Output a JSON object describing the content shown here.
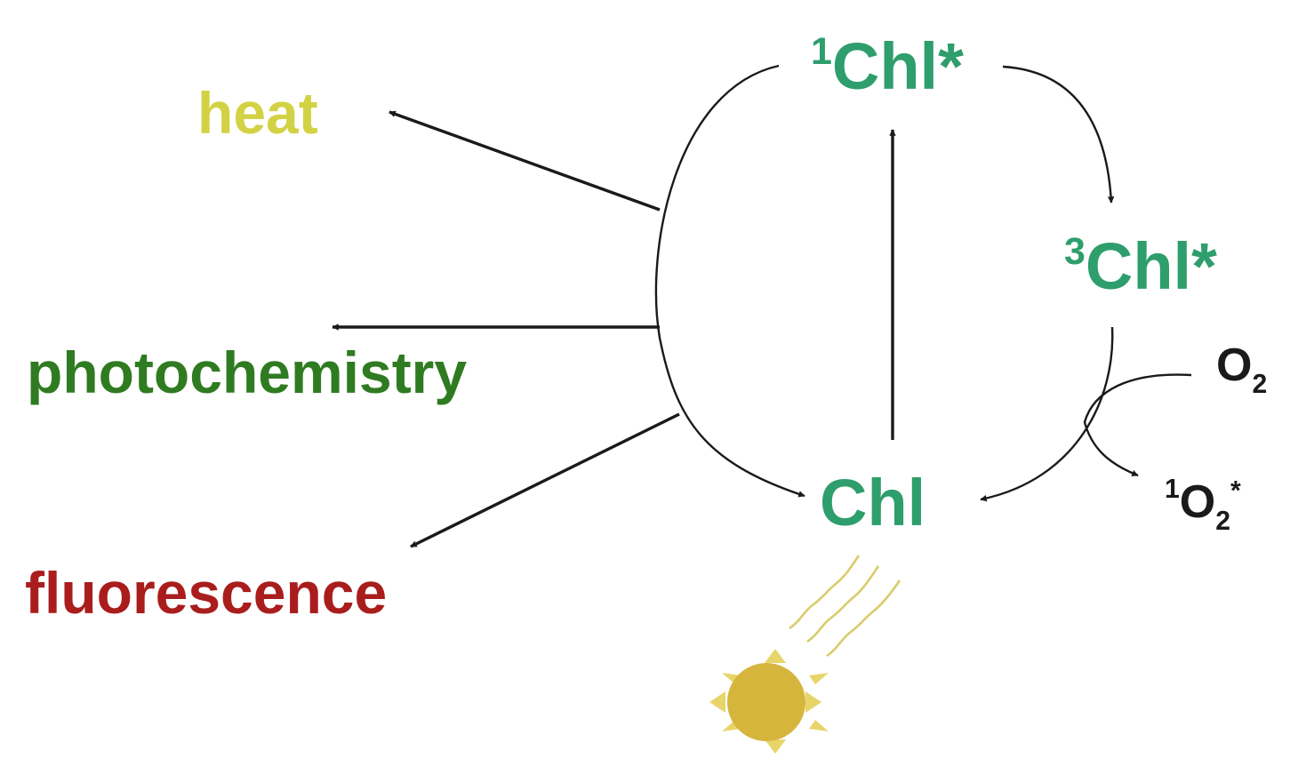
{
  "diagram": {
    "states": {
      "singlet_excited": {
        "prefix": "1",
        "base": "Chl*"
      },
      "triplet_excited": {
        "prefix": "3",
        "base": "Chl*"
      },
      "ground": {
        "text": "Chl"
      }
    },
    "outcomes": {
      "heat": "heat",
      "photochemistry": "photochemistry",
      "fluorescence": "fluorescence"
    },
    "oxygen": {
      "reactant": {
        "base": "O",
        "sub": "2"
      },
      "product": {
        "prefix": "1",
        "base": "O",
        "sub": "2",
        "suffix": "*"
      }
    },
    "colors": {
      "chl": "#2e9e6c",
      "heat": "#d2d244",
      "photochemistry": "#2f7b21",
      "fluorescence": "#a91d1d",
      "sun": "#d5b53c",
      "light_rays": "#d9cc6a",
      "arrows": "#1a1a1a"
    },
    "icons": [
      "sun-icon",
      "light-wave-icon"
    ]
  }
}
